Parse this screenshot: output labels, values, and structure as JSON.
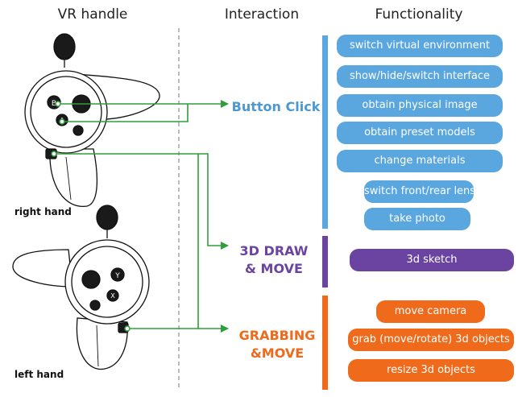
{
  "headers": {
    "vr_handle": "VR handle",
    "interaction": "Interaction",
    "functionality": "Functionality"
  },
  "hands": {
    "right": "right hand",
    "left": "left hand"
  },
  "buttons": {
    "b": "B",
    "a": "A",
    "y": "Y",
    "x": "X"
  },
  "interactions": {
    "button_click": "Button Click",
    "draw_line1": "3D DRAW",
    "draw_line2": "& MOVE",
    "grab_line1": "GRABBING",
    "grab_line2": "&MOVE"
  },
  "functions": {
    "button_click": [
      "switch virtual environment",
      "show/hide/switch interface",
      "obtain physical image",
      "obtain preset models",
      "change materials",
      "switch front/rear lens",
      "take photo"
    ],
    "draw": [
      "3d sketch"
    ],
    "grab": [
      "move camera",
      "grab (move/rotate) 3d objects",
      "resize 3d objects"
    ]
  },
  "colors": {
    "blue": "#5aa7df",
    "purple": "#6a44a0",
    "orange": "#ef6a1b",
    "green": "#2e9e3a",
    "interaction_blue": "#4a98d6",
    "interaction_purple": "#6a44a0",
    "interaction_orange": "#ee6a1c"
  }
}
